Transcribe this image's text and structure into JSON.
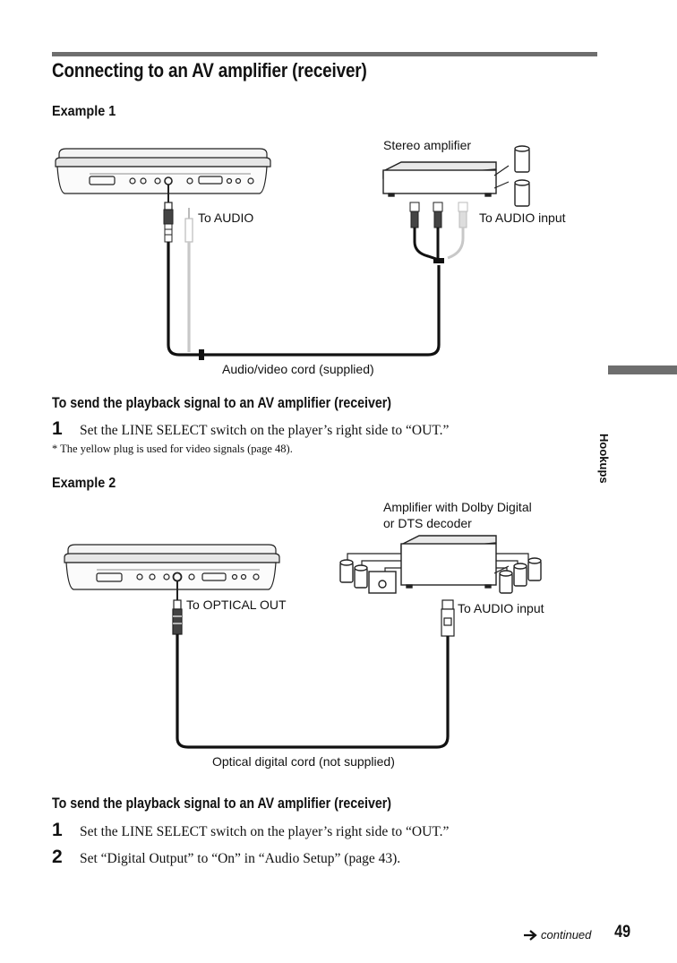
{
  "page": {
    "title": "Connecting to an AV amplifier (receiver)",
    "side_tab_label": "Hookups",
    "page_number": "49",
    "continued_label": "continued"
  },
  "example1": {
    "heading": "Example 1",
    "labels": {
      "device": "Stereo amplifier",
      "to_audio": "To AUDIO",
      "to_audio_input": "To AUDIO input",
      "cord": "Audio/video cord (supplied)"
    },
    "section_heading": "To send the playback signal to an AV amplifier (receiver)",
    "steps": [
      {
        "num": "1",
        "text": "Set the LINE SELECT switch on the player’s right side to “OUT.”"
      }
    ],
    "note": "* The yellow plug is used for video signals (page 48)."
  },
  "example2": {
    "heading": "Example 2",
    "labels": {
      "device_line1": "Amplifier with Dolby Digital",
      "device_line2": "or DTS decoder",
      "to_optical_out": "To OPTICAL OUT",
      "to_audio_input": "To AUDIO input",
      "cord": "Optical digital cord (not supplied)"
    },
    "section_heading": "To send the playback signal to an AV amplifier (receiver)",
    "steps": [
      {
        "num": "1",
        "text": "Set the LINE SELECT switch on the player’s right side to “OUT.”"
      },
      {
        "num": "2",
        "text": "Set “Digital Output” to “On” in “Audio Setup” (page 43)."
      }
    ]
  },
  "icons": {
    "arrow": "arrow-right-icon",
    "player": "dvd-player-icon",
    "amplifier": "amplifier-icon",
    "speaker": "speaker-icon",
    "plug": "plug-icon"
  }
}
